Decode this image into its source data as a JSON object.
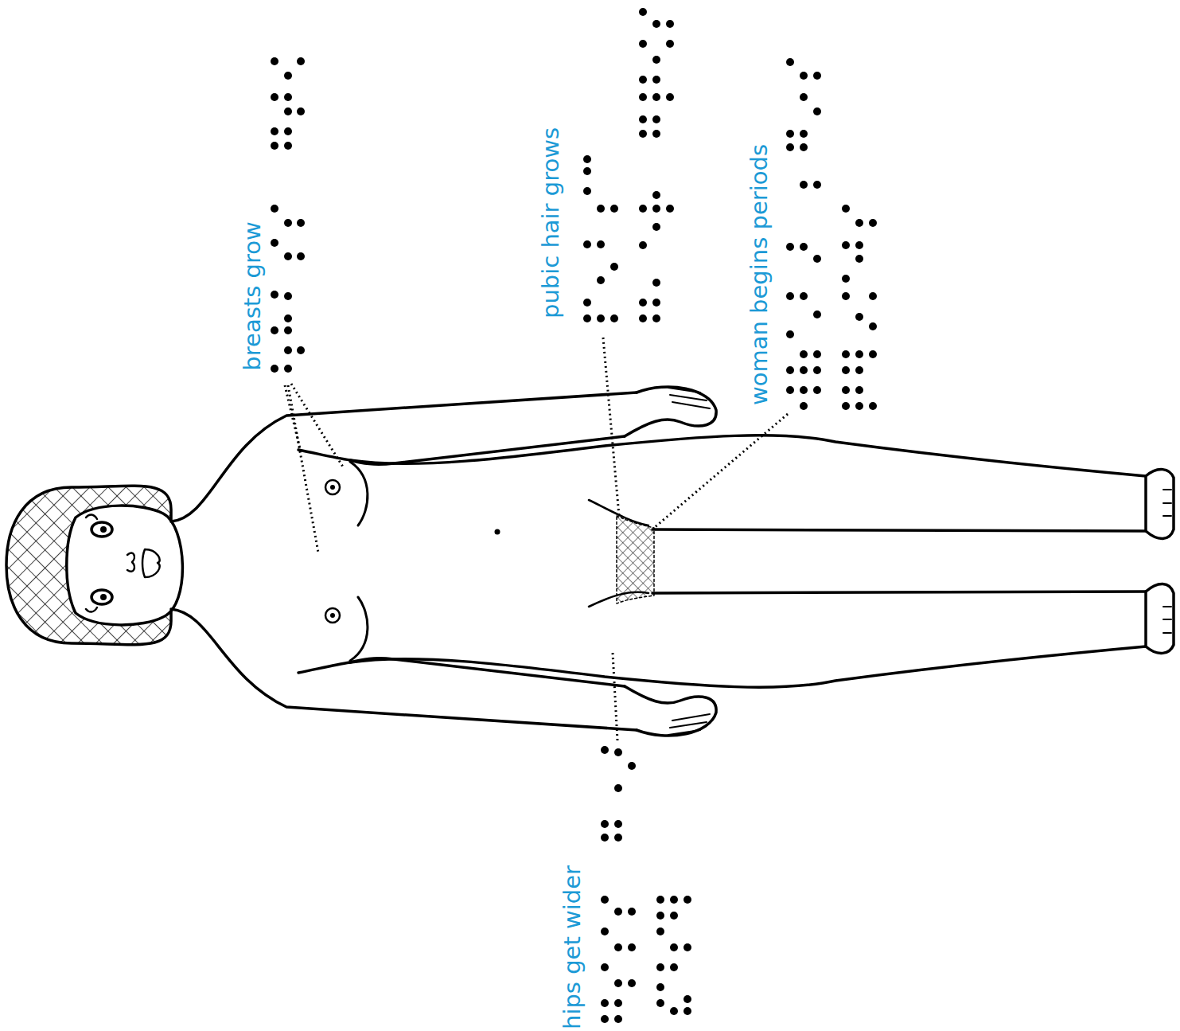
{
  "diagram": {
    "labels": [
      "breasts grow",
      "pubic hair grows",
      "woman begins periods",
      "hips get wider"
    ]
  }
}
